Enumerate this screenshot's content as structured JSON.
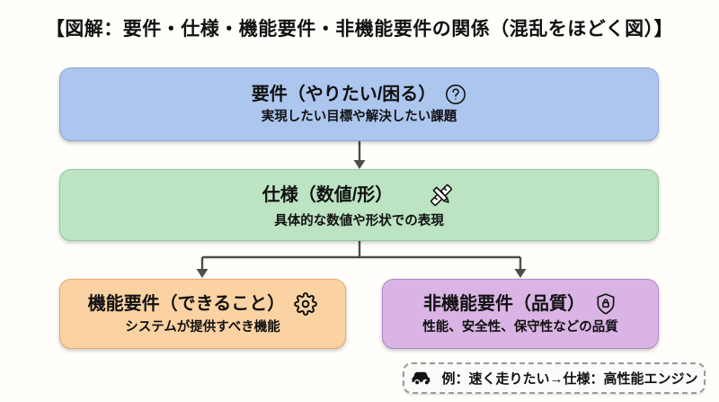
{
  "title": "【図解：要件・仕様・機能要件・非機能要件の関係（混乱をほどく図）】",
  "boxes": [
    {
      "id": "requirements",
      "title": "要件（やりたい/困る）",
      "subtitle": "実現したい目標や解決したい課題",
      "icon": "question-circle-icon",
      "bg": "#adc6ee",
      "border": "#8aa6da"
    },
    {
      "id": "specification",
      "title": "仕様（数値/形）",
      "subtitle": "具体的な数値や形状での表現",
      "icon": "ruler-pencil-icon",
      "bg": "#bce3c2",
      "border": "#92c8a0"
    },
    {
      "id": "functional",
      "title": "機能要件（できること）",
      "subtitle": "システムが提供すべき機能",
      "icon": "gear-icon",
      "bg": "#fbd3a3",
      "border": "#e7a76c"
    },
    {
      "id": "nonfunctional",
      "title": "非機能要件（品質）",
      "subtitle": "性能、安全性、保守性などの品質",
      "icon": "shield-lock-icon",
      "bg": "#d9b4e4",
      "border": "#b286ca"
    }
  ],
  "example_badge": {
    "icon": "car-icon",
    "text": "例：速く走りたい→仕様：高性能エンジン"
  },
  "colors": {
    "connector": "#4d4d4d",
    "text": "#111111",
    "background": "#fffefa"
  }
}
